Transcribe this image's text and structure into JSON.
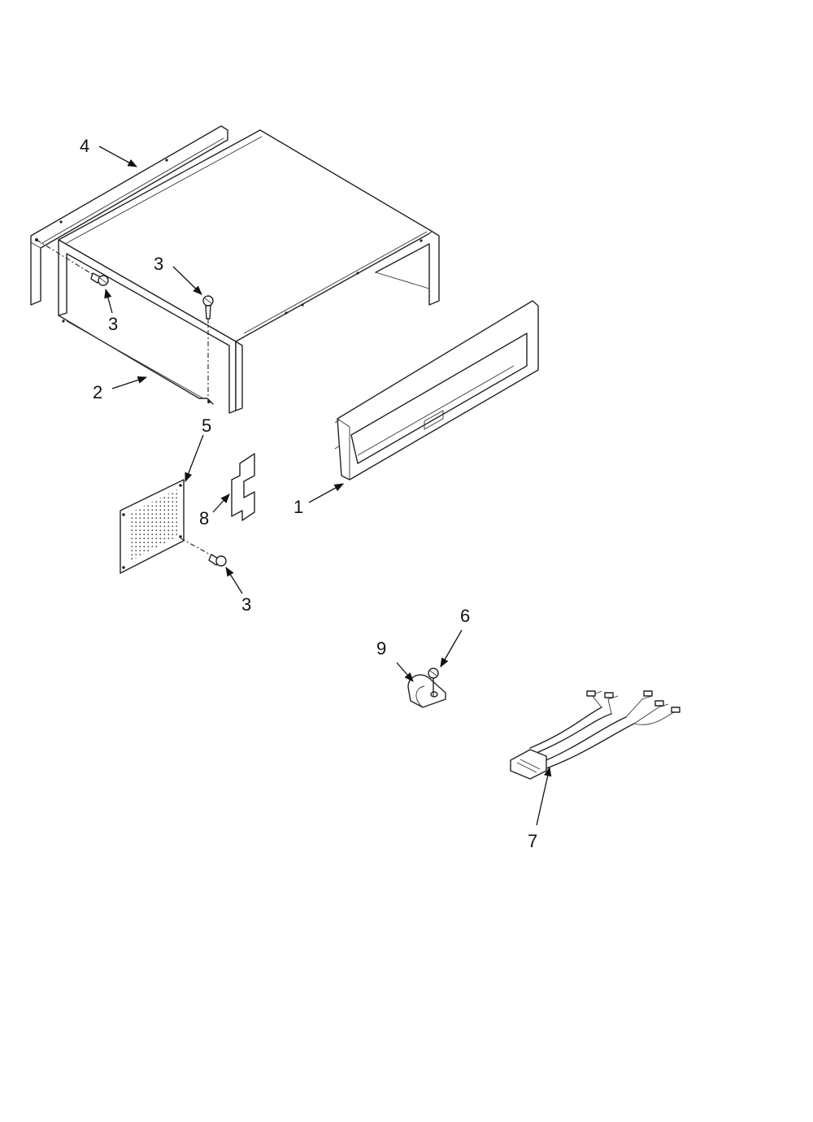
{
  "diagram": {
    "background": "#ffffff",
    "ink": "#111111",
    "callouts": [
      {
        "id": "c4",
        "label": "4"
      },
      {
        "id": "c3a",
        "label": "3"
      },
      {
        "id": "c3b",
        "label": "3"
      },
      {
        "id": "c2",
        "label": "2"
      },
      {
        "id": "c5",
        "label": "5"
      },
      {
        "id": "c8",
        "label": "8"
      },
      {
        "id": "c1",
        "label": "1"
      },
      {
        "id": "c3c",
        "label": "3"
      },
      {
        "id": "c6",
        "label": "6"
      },
      {
        "id": "c9",
        "label": "9"
      },
      {
        "id": "c7",
        "label": "7"
      }
    ]
  }
}
